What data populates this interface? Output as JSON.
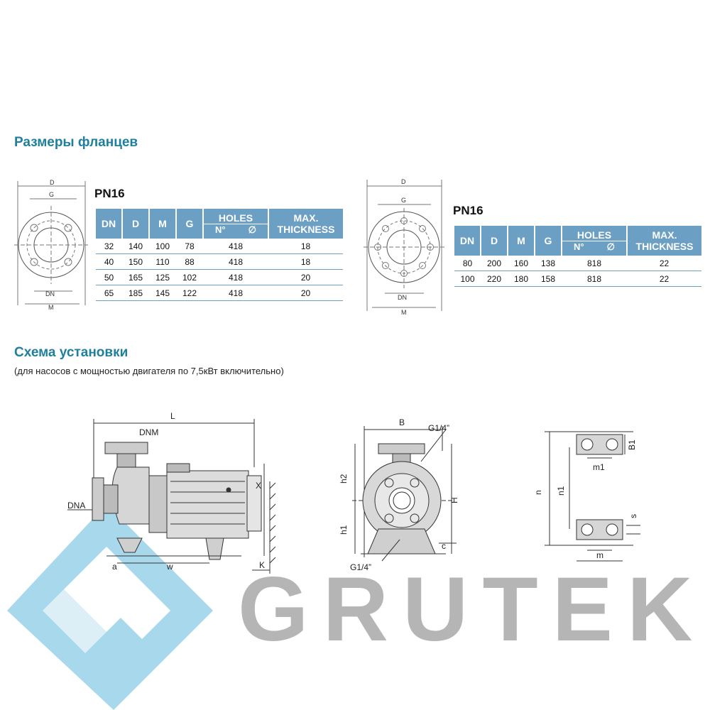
{
  "flanges": {
    "title": "Размеры фланцев",
    "diagram_labels": {
      "d": "D",
      "g": "G",
      "dn": "DN",
      "m": "M"
    },
    "tables": [
      {
        "pn": "PN16",
        "headers": [
          "DN",
          "D",
          "M",
          "G",
          "HOLES",
          "MAX. THICKNESS"
        ],
        "holes_sub": [
          "N°",
          "∅"
        ],
        "rows": [
          [
            "32",
            "140",
            "100",
            "78",
            "4",
            "18",
            "18"
          ],
          [
            "40",
            "150",
            "110",
            "88",
            "4",
            "18",
            "18"
          ],
          [
            "50",
            "165",
            "125",
            "102",
            "4",
            "18",
            "20"
          ],
          [
            "65",
            "185",
            "145",
            "122",
            "4",
            "18",
            "20"
          ]
        ]
      },
      {
        "pn": "PN16",
        "headers": [
          "DN",
          "D",
          "M",
          "G",
          "HOLES",
          "MAX. THICKNESS"
        ],
        "holes_sub": [
          "N°",
          "∅"
        ],
        "rows": [
          [
            "80",
            "200",
            "160",
            "138",
            "8",
            "18",
            "22"
          ],
          [
            "100",
            "220",
            "180",
            "158",
            "8",
            "18",
            "22"
          ]
        ]
      }
    ]
  },
  "installation": {
    "title": "Схема установки",
    "subtitle": "(для насосов с мощностью двигателя по 7,5кВт включительно)",
    "side_labels": {
      "l": "L",
      "dnm": "DNM",
      "dna": "DNA",
      "x": "X",
      "a": "a",
      "w": "w",
      "k": "K"
    },
    "front_labels": {
      "b": "B",
      "g_top": "G1/4”",
      "h2": "h2",
      "h": "H",
      "h1": "h1",
      "c": "c",
      "g_bottom": "G1/4”"
    },
    "foot_labels": {
      "n": "n",
      "n1": "n1",
      "b1": "B1",
      "m1": "m1",
      "s": "s",
      "m": "m"
    }
  },
  "brand": {
    "name": "GRUTEK",
    "logo_color": "#a8d8ec",
    "text_color": "#b5b5b5"
  },
  "colors": {
    "accent": "#1f7f9c",
    "table_header": "#6b9fc4"
  }
}
